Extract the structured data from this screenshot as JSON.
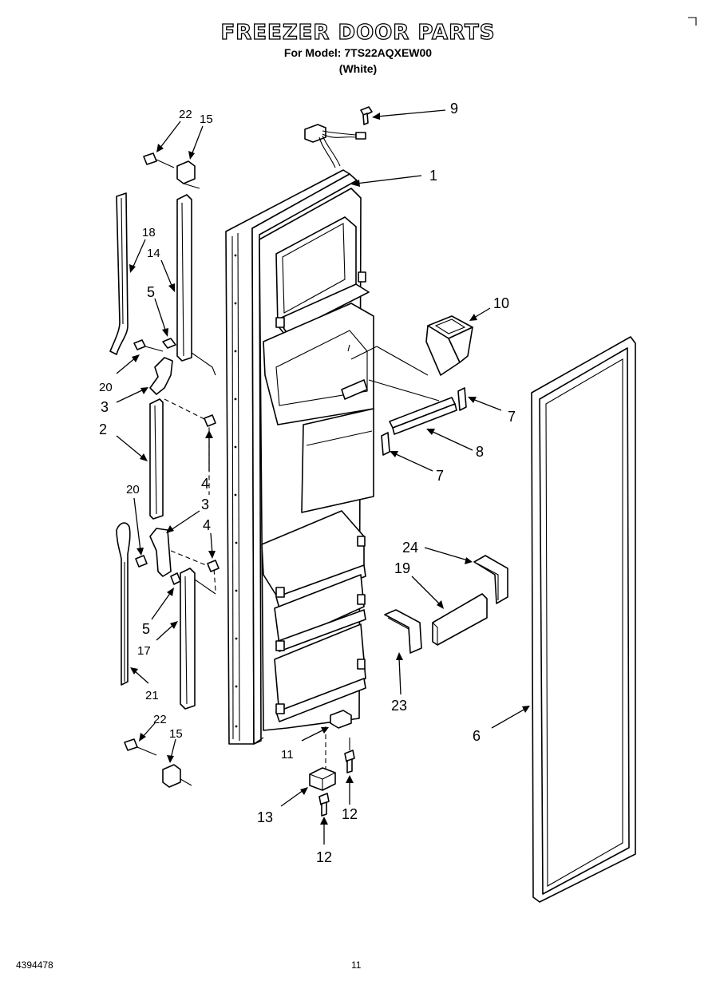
{
  "header": {
    "title": "FREEZER DOOR PARTS",
    "model_line": "For Model: 7TS22AQXEW00",
    "color_line": "(White)"
  },
  "footer": {
    "doc_number": "4394478",
    "page_number": "11"
  },
  "callouts": {
    "c1": "1",
    "c2": "2",
    "c3a": "3",
    "c3b": "3",
    "c4a": "4",
    "c4b": "4",
    "c5a": "5",
    "c5b": "5",
    "c6": "6",
    "c7a": "7",
    "c7b": "7",
    "c8": "8",
    "c9": "9",
    "c10": "10",
    "c11": "11",
    "c12a": "12",
    "c12b": "12",
    "c13": "13",
    "c14": "14",
    "c15a": "15",
    "c15b": "15",
    "c17": "17",
    "c18": "18",
    "c19": "19",
    "c20a": "20",
    "c20b": "20",
    "c21": "21",
    "c22a": "22",
    "c22b": "22",
    "c23": "23",
    "c24": "24"
  }
}
